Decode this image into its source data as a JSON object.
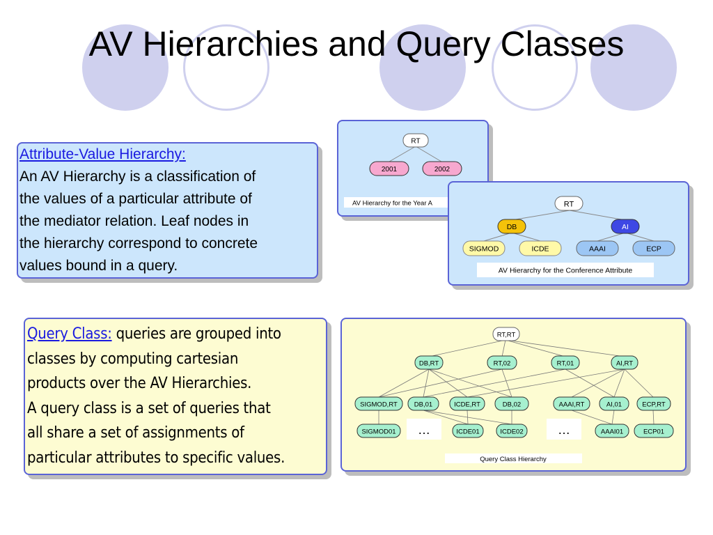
{
  "slide": {
    "title": "AV Hierarchies and Query Classes"
  },
  "av_hierarchy": {
    "heading": "Attribute-Value Hierarchy:",
    "body": "An AV Hierarchy is a classification of\nthe values of a particular attribute of\nthe mediator relation. Leaf nodes in\nthe hierarchy correspond to concrete\nvalues bound in a query."
  },
  "query_class": {
    "heading": "Query Class:",
    "intro": " queries are grouped into",
    "body": "classes by computing cartesian\nproducts over the AV Hierarchies.\nA query class is a set of queries that\nall share a set of assignments of\nparticular attributes to specific values."
  },
  "year_diagram": {
    "root": "RT",
    "children": [
      "2001",
      "2002"
    ],
    "caption": "AV Hierarchy for the Year A",
    "colors": {
      "root": "#ffffff",
      "child": "#f7a8cf"
    }
  },
  "conference_diagram": {
    "root": "RT",
    "level1": [
      "DB",
      "AI"
    ],
    "level2": [
      "SIGMOD",
      "ICDE",
      "AAAI",
      "ECP"
    ],
    "caption": "AV Hierarchy for the Conference Attribute",
    "colors": {
      "db": "#f4c20a",
      "ai": "#3e48e4",
      "db_leaf": "#fff9a8",
      "ai_leaf": "#9cc6f4"
    }
  },
  "query_diagram": {
    "root": "RT,RT",
    "level1": [
      "DB,RT",
      "RT,02",
      "RT,01",
      "AI,RT"
    ],
    "level2": [
      "SIGMOD,RT",
      "DB,01",
      "ICDE,RT",
      "DB,02",
      "AAAI,RT",
      "AI,01",
      "ECP,RT"
    ],
    "level3": [
      "SIGMOD01",
      "ICDE01",
      "ICDE02",
      "AAAI01",
      "ECP01"
    ],
    "ellipsis": [
      "…",
      "…"
    ],
    "caption": "Query Class Hierarchy",
    "colors": {
      "node": "#a6f0cf"
    }
  }
}
